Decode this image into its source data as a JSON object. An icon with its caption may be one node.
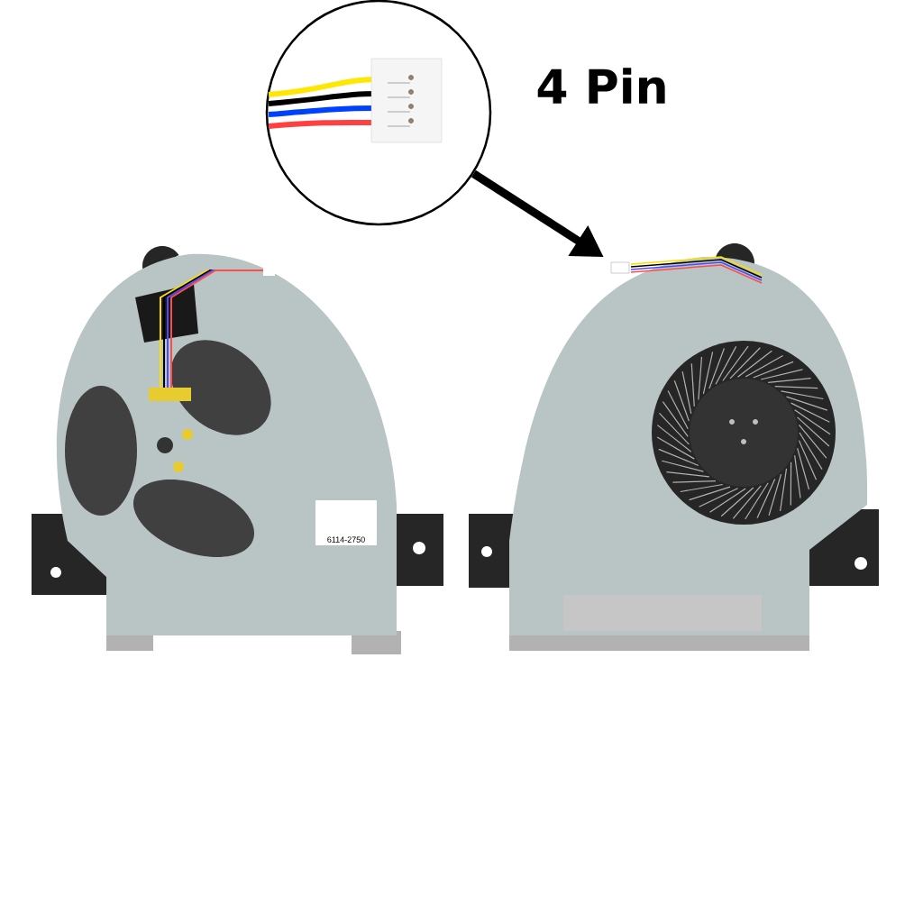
{
  "diagram": {
    "nodes": [
      {
        "text": [],
        "shape": "circle"
      },
      {
        "text": [],
        "shape": "box"
      }
    ],
    "edges": [
      {
        "from": 0,
        "to": 1,
        "arrow": "to"
      }
    ],
    "labels": [
      "4 Pin",
      "6114-2750"
    ]
  }
}
